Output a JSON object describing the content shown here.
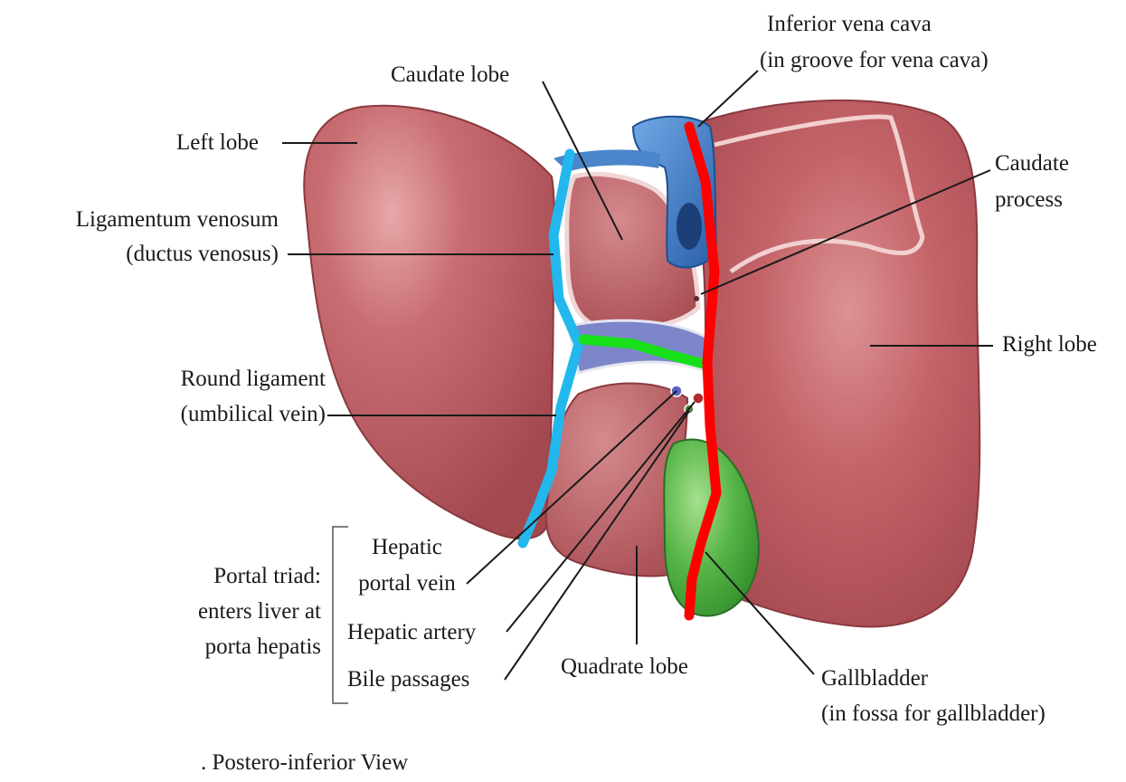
{
  "labels": {
    "inferior_vena_cava_1": "Inferior vena cava",
    "inferior_vena_cava_2": "(in groove for vena cava)",
    "caudate_lobe": "Caudate lobe",
    "left_lobe": "Left lobe",
    "caudate_process_1": "Caudate",
    "caudate_process_2": "process",
    "ligamentum_venosum_1": "Ligamentum venosum",
    "ligamentum_venosum_2": "(ductus venosus)",
    "right_lobe": "Right lobe",
    "round_ligament_1": "Round ligament",
    "round_ligament_2": "(umbilical vein)",
    "hepatic_portal_vein_1": "Hepatic",
    "hepatic_portal_vein_2": "portal vein",
    "portal_triad_1": "Portal triad:",
    "portal_triad_2": "enters liver at",
    "portal_triad_3": "porta hepatis",
    "hepatic_artery": "Hepatic artery",
    "bile_passages": "Bile passages",
    "quadrate_lobe": "Quadrate lobe",
    "gallbladder_1": "Gallbladder",
    "gallbladder_2": "(in fossa for gallbladder)",
    "view_caption": ". Postero-inferior View"
  },
  "colors": {
    "liver": "#b8535a",
    "liver_highlight": "#e3a2a3",
    "liver_outline": "#8a3a40",
    "vena_cava": "#3d7cc9",
    "gallbladder": "#4fae3f",
    "highlight_red": "#ff0000",
    "highlight_cyan": "#22b8ee",
    "highlight_green": "#17e01a",
    "portal_vessels": "#5a62c4"
  }
}
